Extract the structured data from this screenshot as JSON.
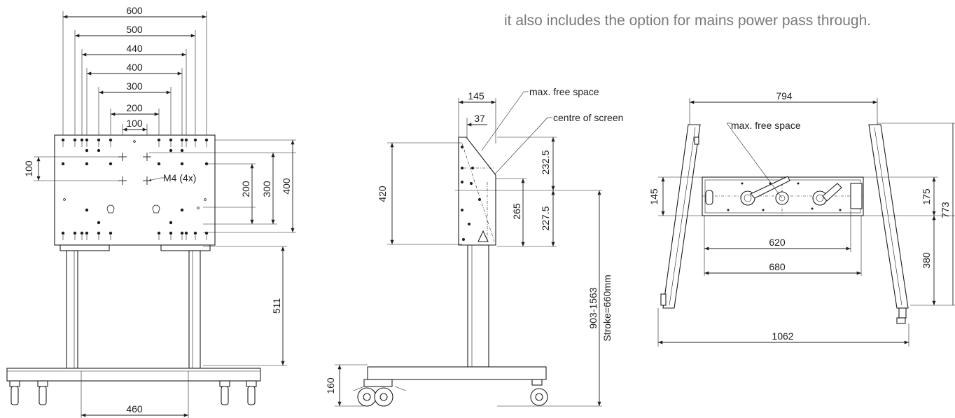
{
  "caption": "it also includes the option for mains power pass through.",
  "front_view": {
    "widths": [
      "600",
      "500",
      "440",
      "400",
      "300",
      "200",
      "100"
    ],
    "left_dim": "100",
    "right_dims": [
      "200",
      "300",
      "400"
    ],
    "callout": "M4 (4x)",
    "column_height": "511",
    "base_width": "460"
  },
  "side_view": {
    "top_depth": "145",
    "top_offset": "37",
    "note_free_space": "max. free space",
    "note_centre": "centre of screen",
    "height_left": "420",
    "upper_right": "232.5",
    "inner": "265",
    "lower_right": "227.5",
    "height_range": "903-1563",
    "stroke": "Stroke=660mm",
    "base_height": "160"
  },
  "top_view": {
    "width_top": "794",
    "note_free_space": "max. free space",
    "left_depth": "145",
    "inner_620": "620",
    "inner_680": "680",
    "base_1062": "1062",
    "right_175": "175",
    "right_380": "380",
    "right_773": "773"
  }
}
